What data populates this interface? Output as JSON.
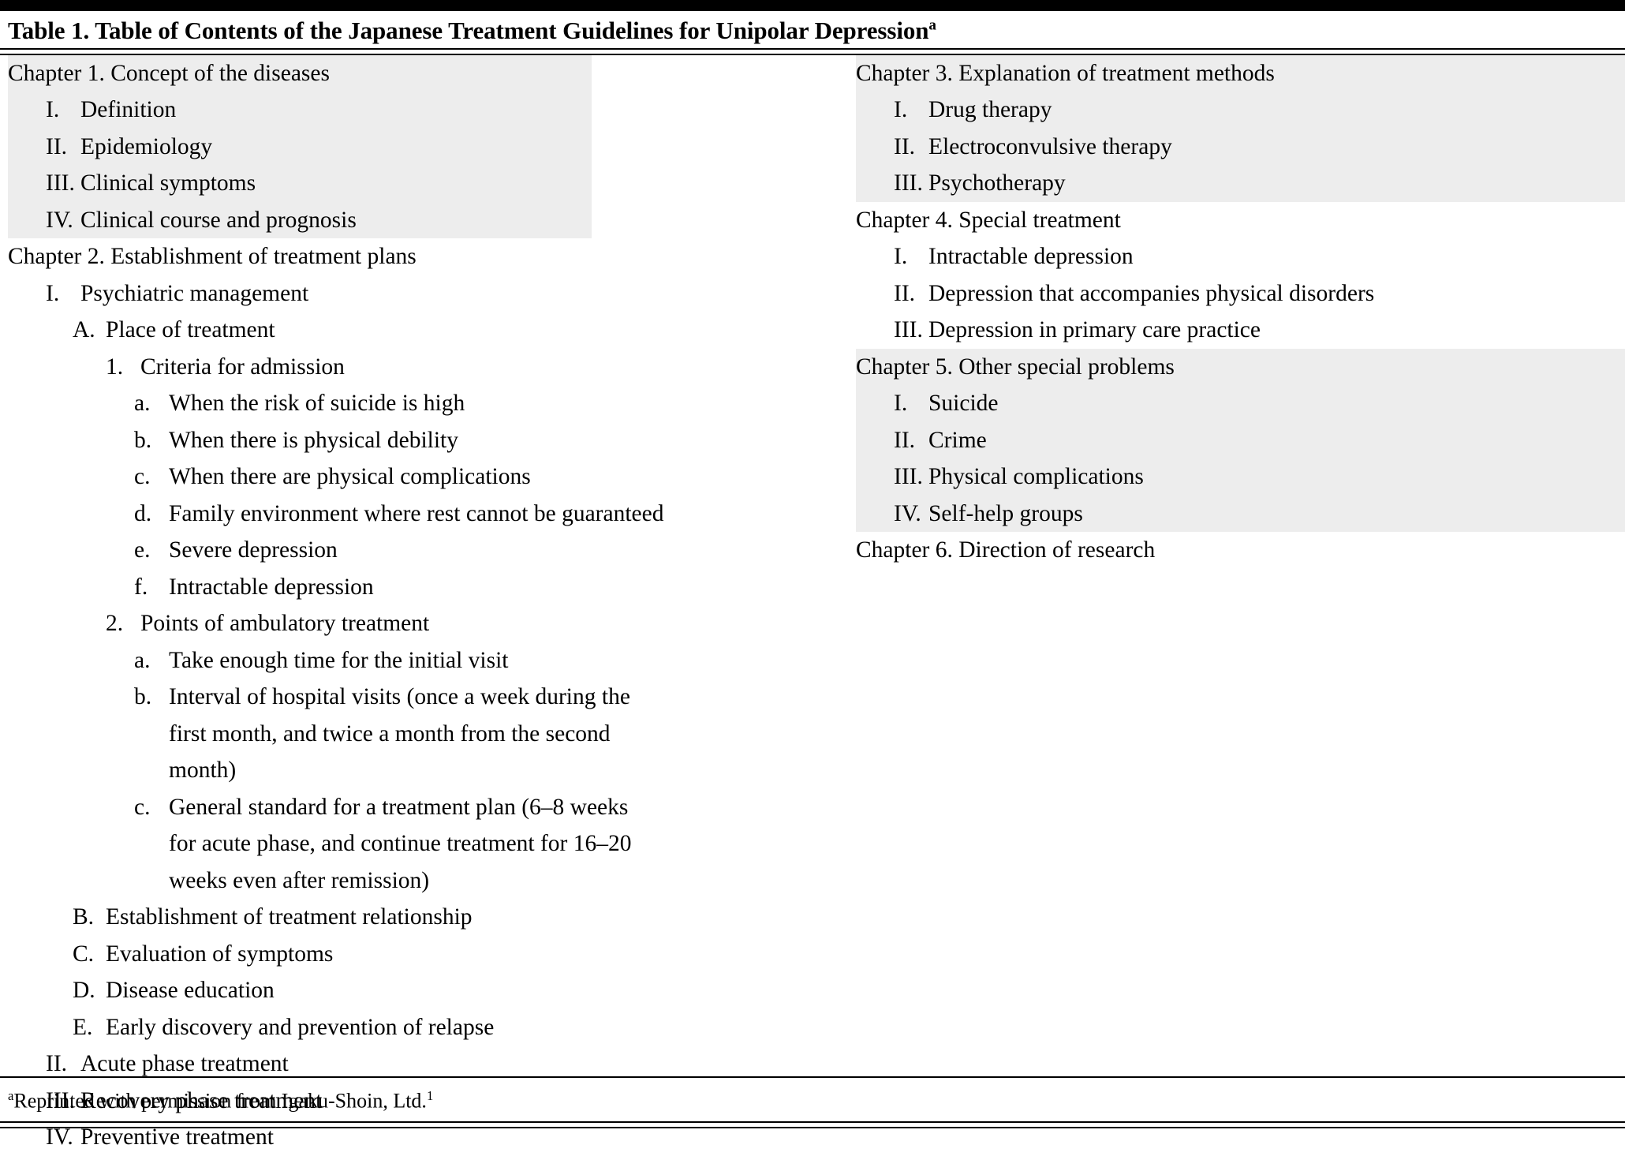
{
  "table": {
    "title_main": "Table 1. Table of Contents of the Japanese Treatment Guidelines for Unipolar Depression",
    "title_superscript": "a",
    "footnote_superscript": "a",
    "footnote_text": "Reprinted with permission from Igaku-Shoin, Ltd.",
    "footnote_reference": "1",
    "shade_color": "#ededed",
    "rule_color": "#000000"
  },
  "left_column": [
    {
      "shaded": true,
      "lines": [
        {
          "level": "chapter",
          "marker": "",
          "text": "Chapter 1. Concept of the diseases"
        },
        {
          "level": "roman",
          "marker": "I.",
          "text": "Definition"
        },
        {
          "level": "roman",
          "marker": "II.",
          "text": "Epidemiology"
        },
        {
          "level": "roman",
          "marker": "III.",
          "text": "Clinical symptoms"
        },
        {
          "level": "roman",
          "marker": "IV.",
          "text": "Clinical course and prognosis"
        }
      ]
    },
    {
      "shaded": false,
      "lines": [
        {
          "level": "chapter",
          "marker": "",
          "text": "Chapter 2. Establishment of treatment plans"
        },
        {
          "level": "roman",
          "marker": "I.",
          "text": "Psychiatric management"
        },
        {
          "level": "letter",
          "marker": "A.",
          "text": "Place of treatment"
        },
        {
          "level": "number",
          "marker": "1.",
          "text": "Criteria for admission"
        },
        {
          "level": "alpha",
          "marker": "a.",
          "text": "When the risk of suicide is high"
        },
        {
          "level": "alpha",
          "marker": "b.",
          "text": "When there is physical debility"
        },
        {
          "level": "alpha",
          "marker": "c.",
          "text": "When there are physical complications"
        },
        {
          "level": "alpha",
          "marker": "d.",
          "text": "Family environment where rest cannot be guaranteed"
        },
        {
          "level": "alpha",
          "marker": "e.",
          "text": "Severe depression"
        },
        {
          "level": "alpha",
          "marker": "f.",
          "text": "Intractable depression"
        },
        {
          "level": "number",
          "marker": "2.",
          "text": "Points of ambulatory treatment"
        },
        {
          "level": "alpha",
          "marker": "a.",
          "text": "Take enough time for the initial visit"
        },
        {
          "level": "alpha",
          "marker": "b.",
          "wrap": true,
          "text": "Interval of hospital visits (once a week during the first month, and twice a month from the second month)"
        },
        {
          "level": "alpha",
          "marker": "c.",
          "wrap": true,
          "text": "General standard for a treatment plan (6–8 weeks for acute phase, and continue treatment for 16–20 weeks even after remission)"
        },
        {
          "level": "letter",
          "marker": "B.",
          "text": "Establishment of treatment relationship"
        },
        {
          "level": "letter",
          "marker": "C.",
          "text": "Evaluation of symptoms"
        },
        {
          "level": "letter",
          "marker": "D.",
          "text": "Disease education"
        },
        {
          "level": "letter",
          "marker": "E.",
          "text": "Early discovery and prevention of relapse"
        },
        {
          "level": "roman",
          "marker": "II.",
          "text": "Acute phase treatment"
        },
        {
          "level": "roman",
          "marker": "III.",
          "text": "Recovery phase treatment"
        },
        {
          "level": "roman",
          "marker": "IV.",
          "text": "Preventive treatment"
        }
      ]
    }
  ],
  "right_column": [
    {
      "shaded": true,
      "lines": [
        {
          "level": "chapter",
          "marker": "",
          "text": "Chapter 3. Explanation of treatment methods"
        },
        {
          "level": "roman",
          "marker": "I.",
          "text": "Drug therapy"
        },
        {
          "level": "roman",
          "marker": "II.",
          "text": "Electroconvulsive therapy"
        },
        {
          "level": "roman",
          "marker": "III.",
          "text": "Psychotherapy"
        }
      ]
    },
    {
      "shaded": false,
      "lines": [
        {
          "level": "chapter",
          "marker": "",
          "text": "Chapter 4. Special treatment"
        },
        {
          "level": "roman",
          "marker": "I.",
          "text": "Intractable depression"
        },
        {
          "level": "roman",
          "marker": "II.",
          "text": "Depression that accompanies physical disorders"
        },
        {
          "level": "roman",
          "marker": "III.",
          "text": "Depression in primary care practice"
        }
      ]
    },
    {
      "shaded": true,
      "lines": [
        {
          "level": "chapter",
          "marker": "",
          "text": "Chapter 5. Other special problems"
        },
        {
          "level": "roman",
          "marker": "I.",
          "text": "Suicide"
        },
        {
          "level": "roman",
          "marker": "II.",
          "text": "Crime"
        },
        {
          "level": "roman",
          "marker": "III.",
          "text": "Physical complications"
        },
        {
          "level": "roman",
          "marker": "IV.",
          "text": "Self-help groups"
        }
      ]
    },
    {
      "shaded": false,
      "lines": [
        {
          "level": "chapter",
          "marker": "",
          "text": "Chapter 6. Direction of research"
        }
      ]
    }
  ]
}
